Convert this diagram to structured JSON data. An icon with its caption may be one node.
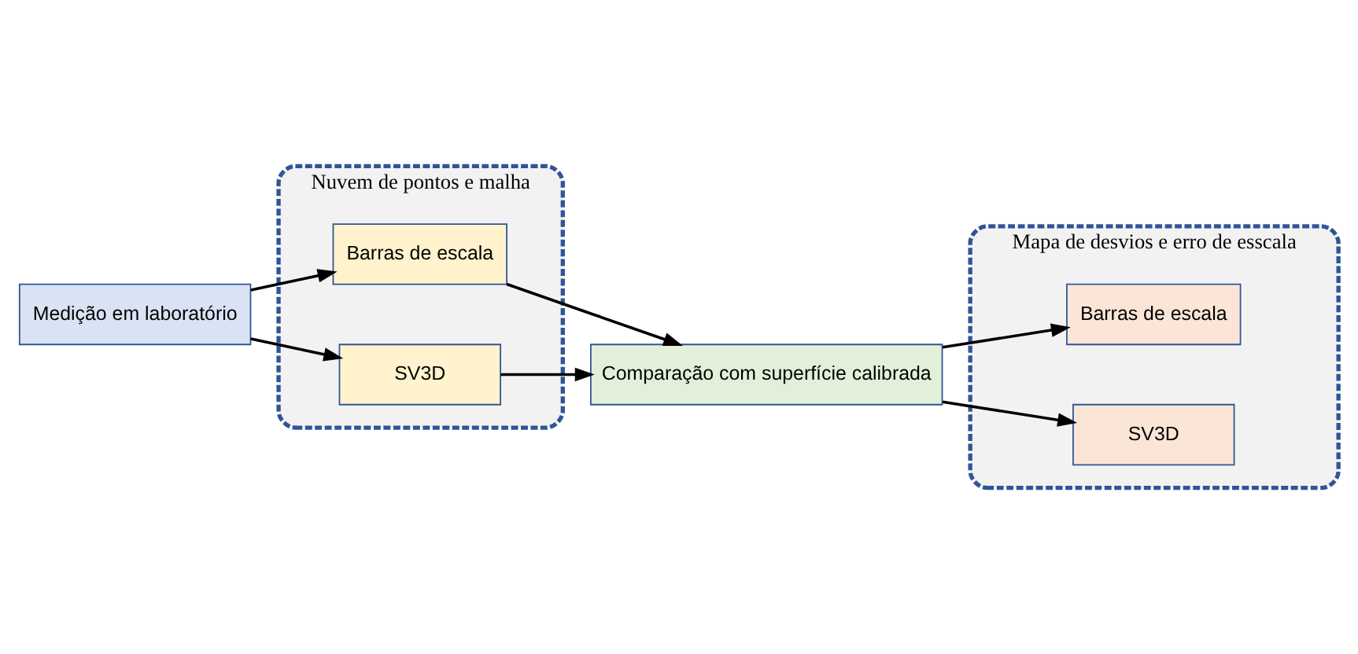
{
  "diagram": {
    "nodes": [
      {
        "text": [
          "Medição em laboratório"
        ]
      },
      {
        "text": [
          "Nuvem de pontos e malha"
        ]
      },
      {
        "text": [
          "Barras de escala"
        ],
        "in": 1
      },
      {
        "text": [
          "SV3D"
        ],
        "in": 1
      },
      {
        "text": [
          "Comparação com superfície calibrada"
        ]
      },
      {
        "text": [
          "Mapa de desvios e erro de esscala"
        ]
      },
      {
        "text": [
          "Barras de escala"
        ],
        "in": 5
      },
      {
        "text": [
          "SV3D"
        ],
        "in": 5
      }
    ],
    "edges": [
      {
        "from": 0,
        "to": 2,
        "arrow": "to"
      },
      {
        "from": 0,
        "to": 3,
        "arrow": "to"
      },
      {
        "from": 2,
        "to": 4,
        "arrow": "to"
      },
      {
        "from": 3,
        "to": 4,
        "arrow": "to"
      },
      {
        "from": 4,
        "to": 6,
        "arrow": "to"
      },
      {
        "from": 4,
        "to": 7,
        "arrow": "to"
      }
    ]
  }
}
